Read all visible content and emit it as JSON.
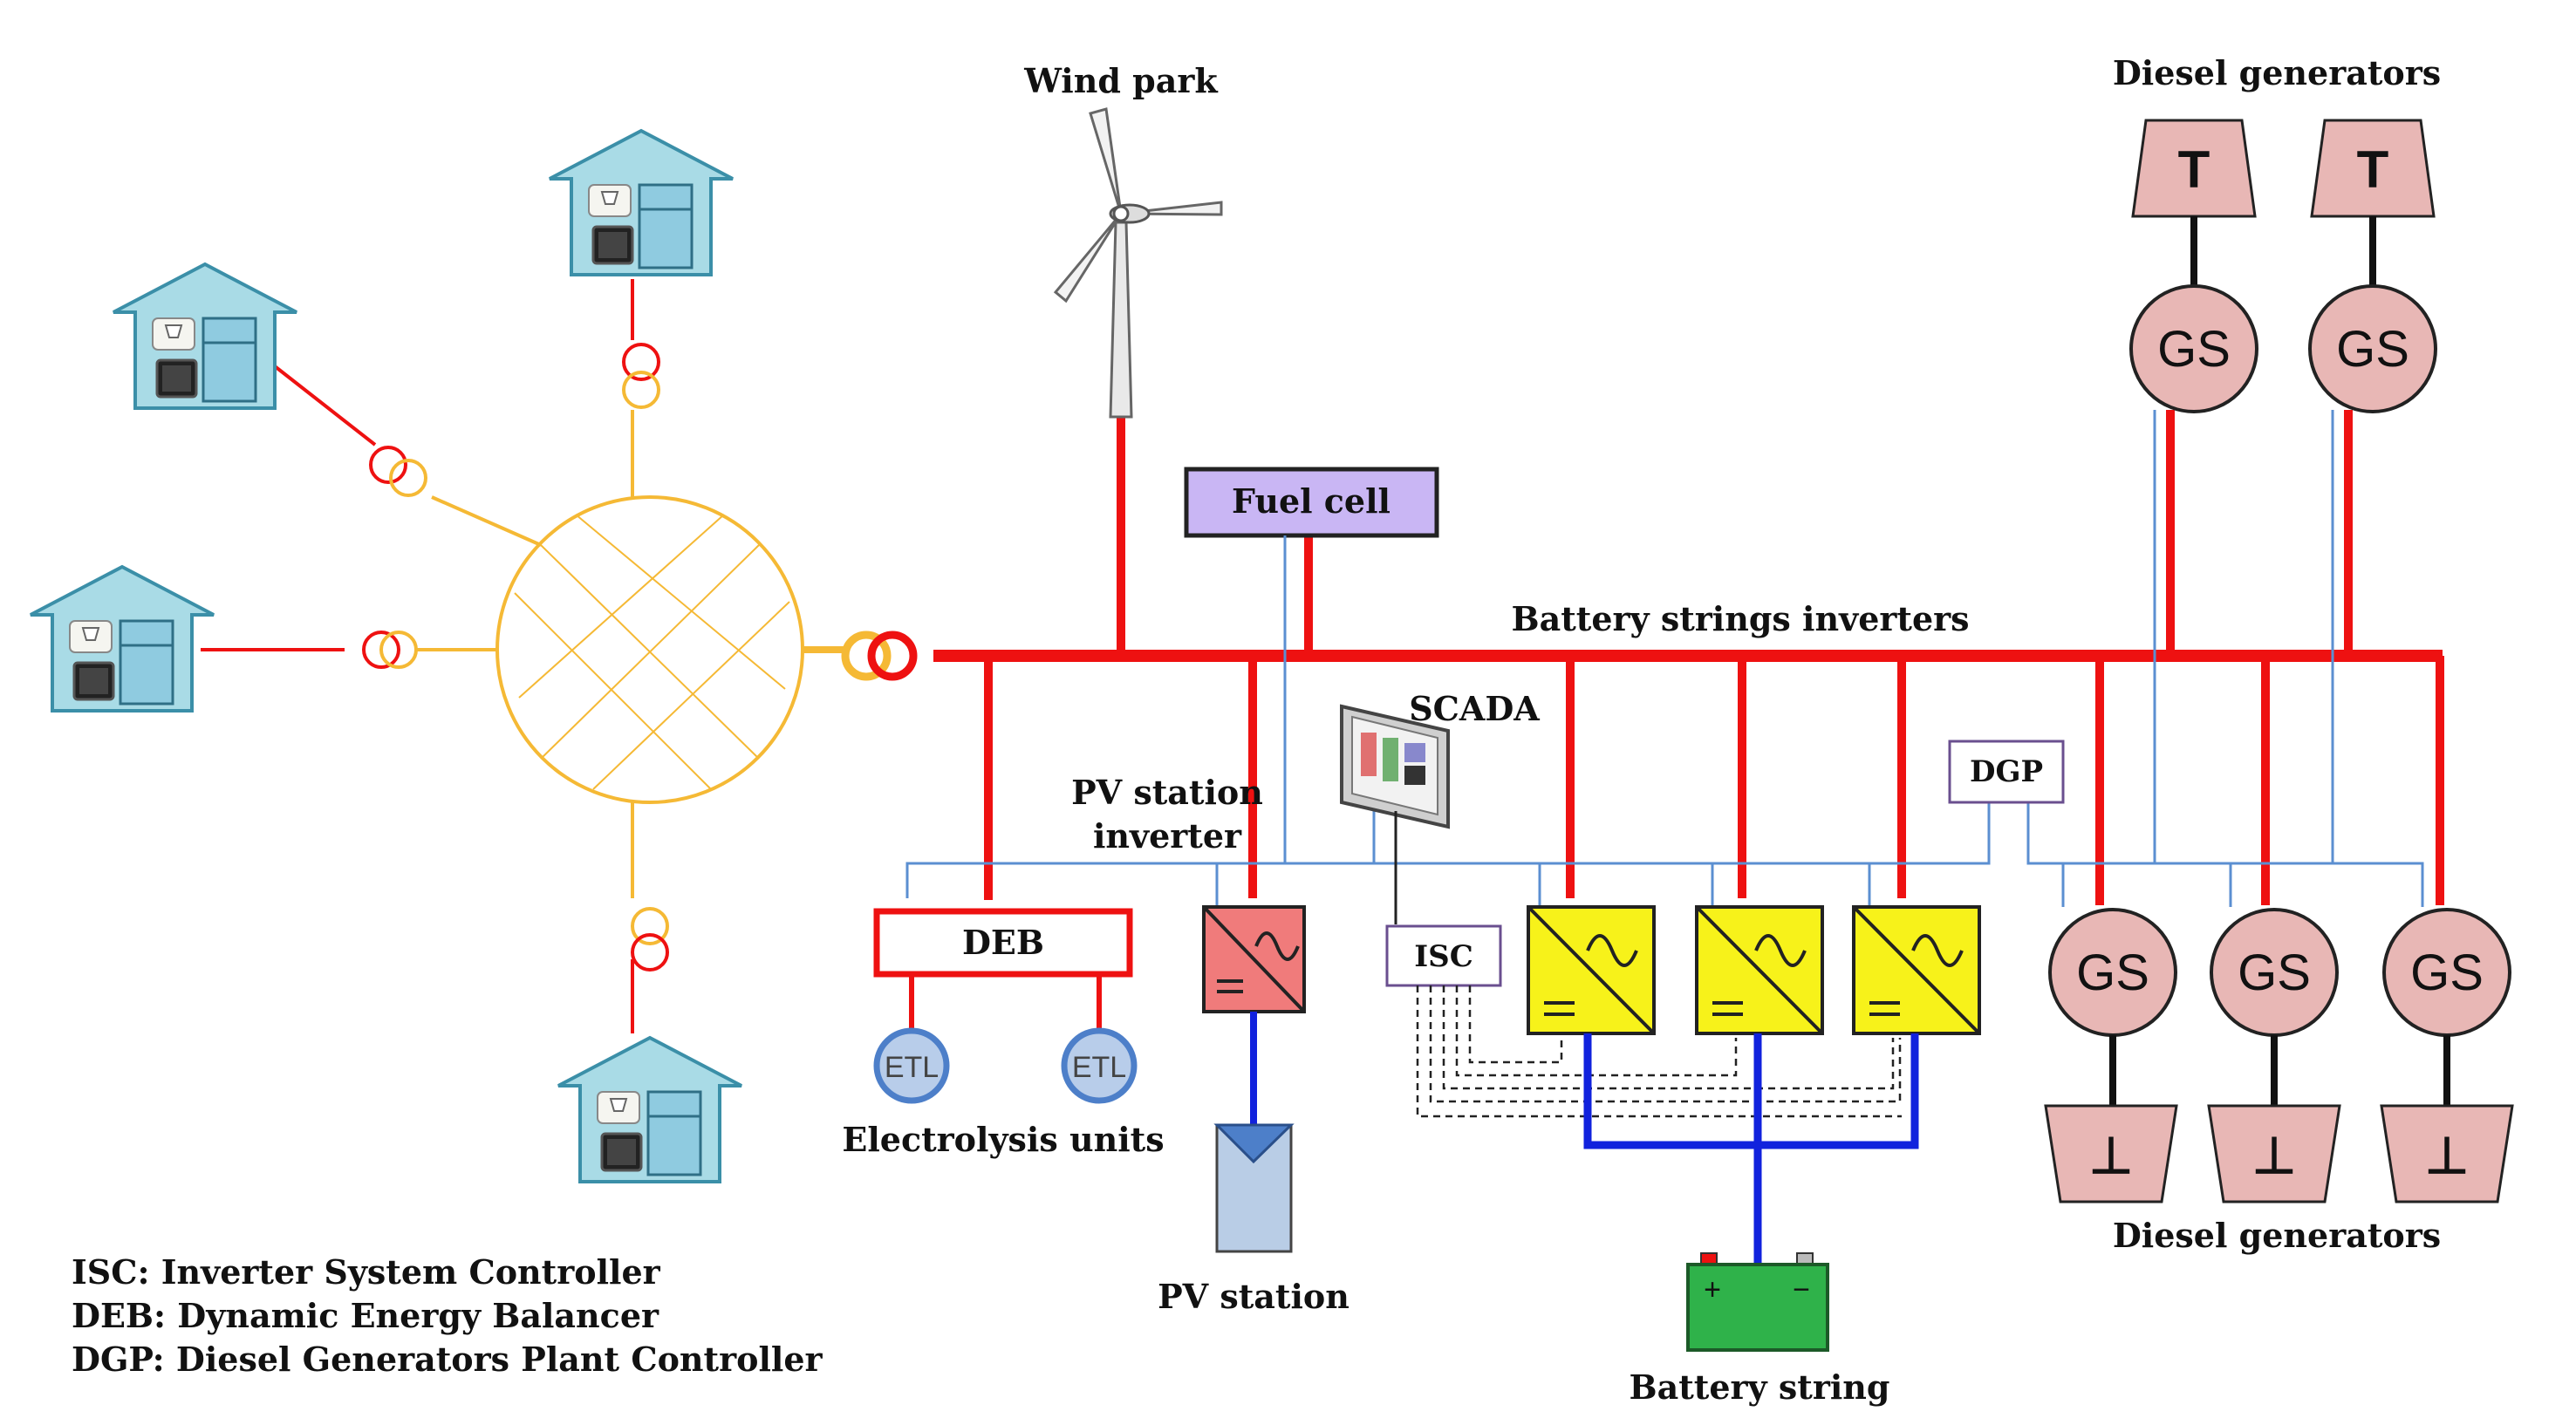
{
  "labels": {
    "wind_park": "Wind park",
    "fuel_cell": "Fuel cell",
    "battery_strings_inverters": "Battery strings inverters",
    "scada": "SCADA",
    "dgp": "DGP",
    "pv_station_inverter_1": "PV station",
    "pv_station_inverter_2": "inverter",
    "deb": "DEB",
    "isc": "ISC",
    "etl": "ETL",
    "electrolysis_units": "Electrolysis units",
    "pv_station": "PV station",
    "battery_string": "Battery string",
    "diesel_generators_top": "Diesel generators",
    "diesel_generators_bottom": "Diesel generators",
    "gs": "GS",
    "turbine_symbol": "T",
    "turbine_symbol_inverted": "⊥",
    "plus": "+",
    "minus": "−"
  },
  "legend": [
    "ISC: Inverter System Controller",
    "DEB: Dynamic Energy Balancer",
    "DGP: Diesel Generators Plant Controller"
  ],
  "colors": {
    "power_line": "#ee1111",
    "dc_line": "#1122dd",
    "comm_line": "#5b8fd1",
    "grid_ring": "#f5b935",
    "house_fill": "#a9dbe6",
    "fuel_cell_fill": "#c9b6f4",
    "inverter_yellow": "#f7f21a",
    "pv_inverter_fill": "#f07b7b",
    "generator_fill": "#e8b7b5",
    "etl_fill": "#b8cdea",
    "battery_fill": "#2fb24a",
    "pv_panel_fill": "#b9cde6"
  }
}
